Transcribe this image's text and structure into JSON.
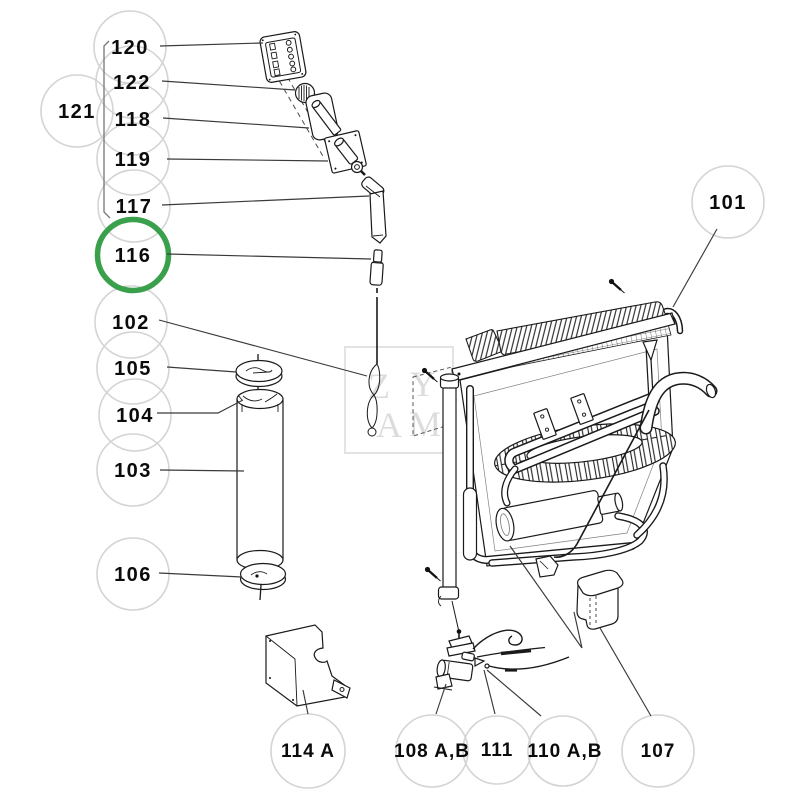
{
  "diagram": {
    "type": "exploded-parts-diagram",
    "subject": "refrigerator-cooling-unit",
    "background_color": "#ffffff",
    "line_color": "#1a1a1a",
    "callout_circle_color": "#d4d4d4",
    "highlight_color": "#3aa04b",
    "selected_part": "116",
    "watermark": {
      "z": "Z",
      "y": "Y",
      "a": "A",
      "m": "M"
    },
    "callouts": [
      {
        "id": "120",
        "label": "120"
      },
      {
        "id": "122",
        "label": "122"
      },
      {
        "id": "118",
        "label": "118"
      },
      {
        "id": "119",
        "label": "119"
      },
      {
        "id": "121",
        "label": "121"
      },
      {
        "id": "117",
        "label": "117"
      },
      {
        "id": "116",
        "label": "116",
        "highlighted": true
      },
      {
        "id": "102",
        "label": "102"
      },
      {
        "id": "105",
        "label": "105"
      },
      {
        "id": "104",
        "label": "104"
      },
      {
        "id": "103",
        "label": "103"
      },
      {
        "id": "106",
        "label": "106"
      },
      {
        "id": "101",
        "label": "101"
      },
      {
        "id": "114A",
        "label": "114 A"
      },
      {
        "id": "108AB",
        "label": "108 A,B"
      },
      {
        "id": "111",
        "label": "111"
      },
      {
        "id": "110AB",
        "label": "110 A,B"
      },
      {
        "id": "107",
        "label": "107"
      }
    ]
  }
}
